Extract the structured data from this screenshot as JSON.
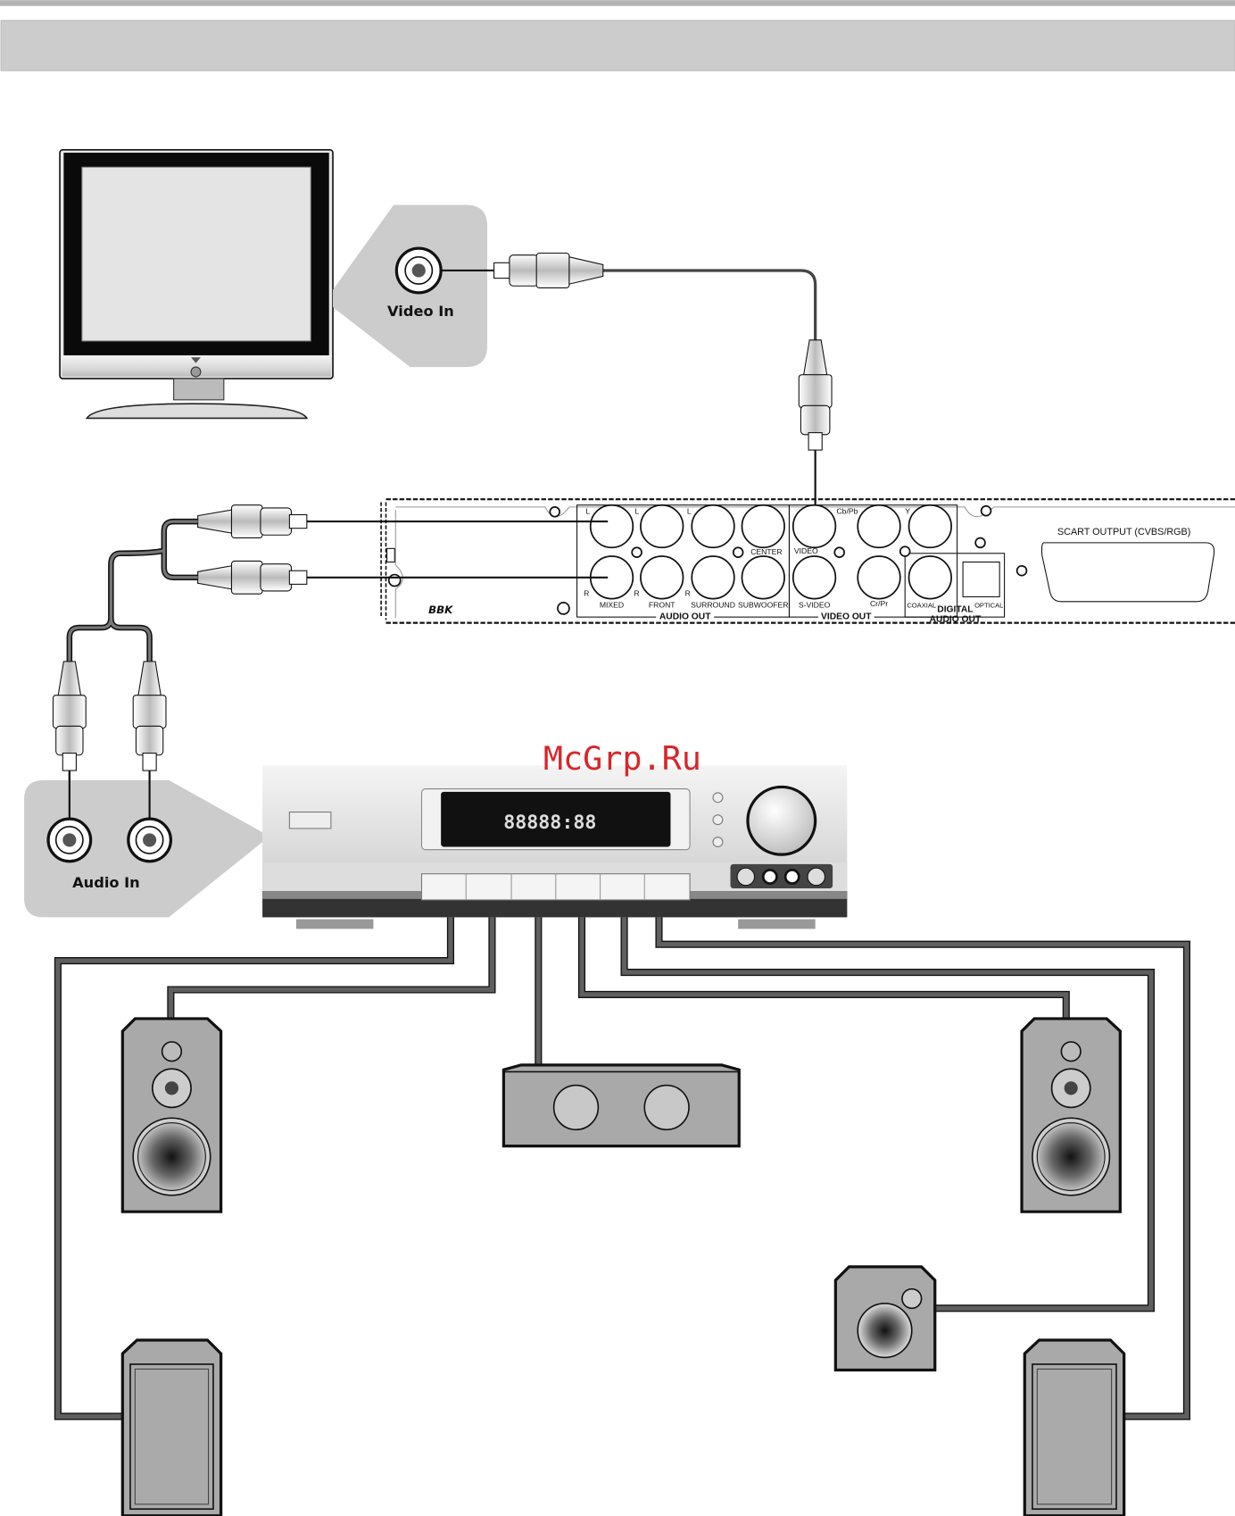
{
  "labels": {
    "video_in": "Video In",
    "audio_in": "Audio In",
    "watermark": "McGrp.Ru"
  },
  "dvd_panel": {
    "brand": "BBK",
    "scart": "SCART OUTPUT (CVBS/RGB)",
    "audio_out": "AUDIO OUT",
    "video_out": "VIDEO OUT",
    "digital_audio_out_1": "DIGITAL",
    "digital_audio_out_2": "AUDIO OUT",
    "jack_labels": {
      "mixed": "MIXED",
      "front": "FRONT",
      "surround": "SURROUND",
      "subwoofer": "SUBWOOFER",
      "center": "CENTER",
      "video": "VIDEO",
      "s_video": "S-VIDEO",
      "cb_pb": "Cb/Pb",
      "cr_pr": "Cr/Pr",
      "y": "Y",
      "coaxial": "COAXIAL",
      "optical": "OPTICAL",
      "l": "L",
      "r": "R"
    }
  },
  "receiver": {
    "display_text": "88888:88"
  },
  "colors": {
    "band": "#cccccc",
    "wire": "#5f5f5f",
    "speaker": "#a9a9a9",
    "watermark": "#d8262a"
  }
}
